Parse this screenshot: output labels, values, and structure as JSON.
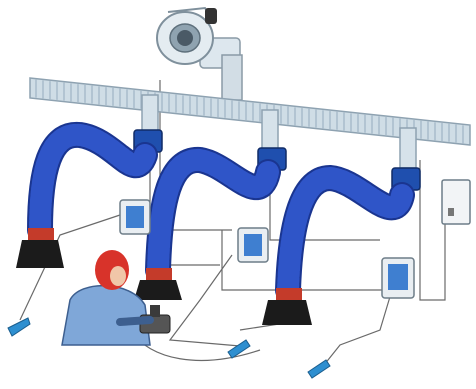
{
  "illustration": {
    "kind": "welding-fume-extraction-system",
    "colors": {
      "duct": "#cfdde6",
      "duct_rib": "#a9bccb",
      "hose": "#2f55c8",
      "hose_rib": "#1a3590",
      "hood": "#1b1b1b",
      "hood_rim": "#c43b2a",
      "fan": "#d6e2ea",
      "unit": "#e9eef2",
      "unit_screen": "#3f7fd0",
      "worker_hair": "#d8332a",
      "worker_shirt": "#7fa7d8",
      "wire": "#555555",
      "clamp": "#2e8fd0"
    },
    "arms": [
      {
        "label": "arm-left"
      },
      {
        "label": "arm-center"
      },
      {
        "label": "arm-right"
      }
    ]
  }
}
